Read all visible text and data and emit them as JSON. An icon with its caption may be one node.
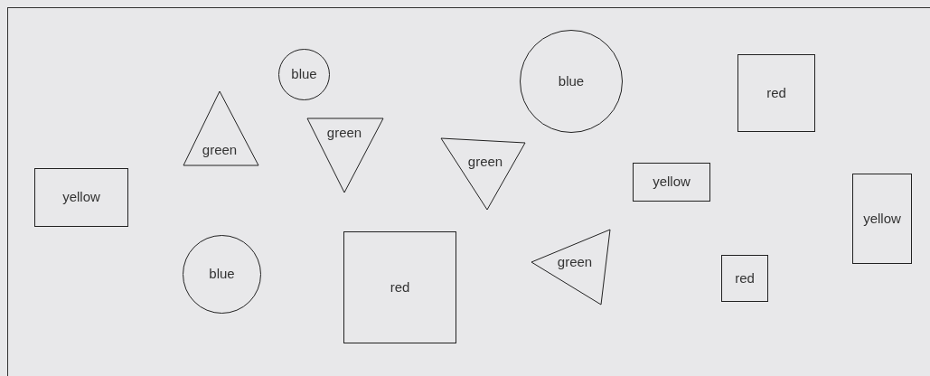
{
  "diagram": {
    "nodes": [
      {
        "text": [
          "blue"
        ]
      },
      {
        "text": [
          "blue"
        ]
      },
      {
        "text": [
          "red"
        ]
      },
      {
        "text": [
          "green"
        ]
      },
      {
        "text": [
          "green"
        ]
      },
      {
        "text": [
          "green"
        ]
      },
      {
        "text": [
          "yellow"
        ]
      },
      {
        "text": [
          "yellow"
        ]
      },
      {
        "text": [
          "yellow"
        ]
      },
      {
        "text": [
          "blue"
        ]
      },
      {
        "text": [
          "red"
        ]
      },
      {
        "text": [
          "green"
        ]
      },
      {
        "text": [
          "red"
        ]
      }
    ]
  }
}
